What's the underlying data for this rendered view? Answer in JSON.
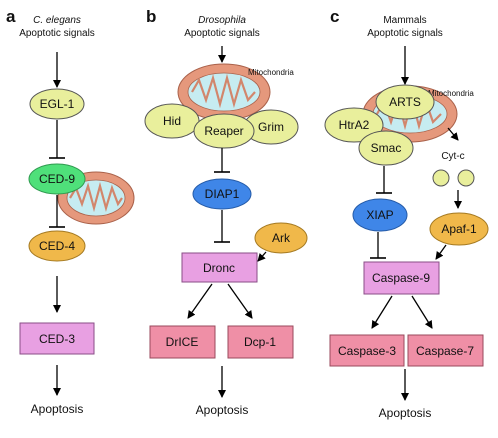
{
  "colors": {
    "yellow_node": "#e9ef9c",
    "green_node": "#4fe07a",
    "orange_node": "#f0b84a",
    "blue_node": "#3f86e8",
    "pink_box": "#e8a0e2",
    "salmon_box": "#ef8fa6",
    "mito_outer": "#e5987c",
    "mito_inner": "#c6ecf1",
    "arrow": "#000000"
  },
  "panels": {
    "a": {
      "letter": "a",
      "species": "C. elegans",
      "signals": "Apoptotic signals",
      "egl1": "EGL-1",
      "ced9": "CED-9",
      "ced4": "CED-4",
      "ced3": "CED-3",
      "apoptosis": "Apoptosis"
    },
    "b": {
      "letter": "b",
      "species": "Drosophila",
      "signals": "Apoptotic signals",
      "mito": "Mitochondria",
      "hid": "Hid",
      "reaper": "Reaper",
      "grim": "Grim",
      "diap1": "DIAP1",
      "ark": "Ark",
      "dronc": "Dronc",
      "drice": "DrICE",
      "dcp1": "Dcp-1",
      "apoptosis": "Apoptosis"
    },
    "c": {
      "letter": "c",
      "species": "Mammals",
      "signals": "Apoptotic signals",
      "mito": "Mitochondria",
      "arts": "ARTS",
      "htra2": "HtrA2",
      "smac": "Smac",
      "cytc": "Cyt-c",
      "xiap": "XIAP",
      "apaf1": "Apaf-1",
      "casp9": "Caspase-9",
      "casp3": "Caspase-3",
      "casp7": "Caspase-7",
      "apoptosis": "Apoptosis"
    }
  }
}
